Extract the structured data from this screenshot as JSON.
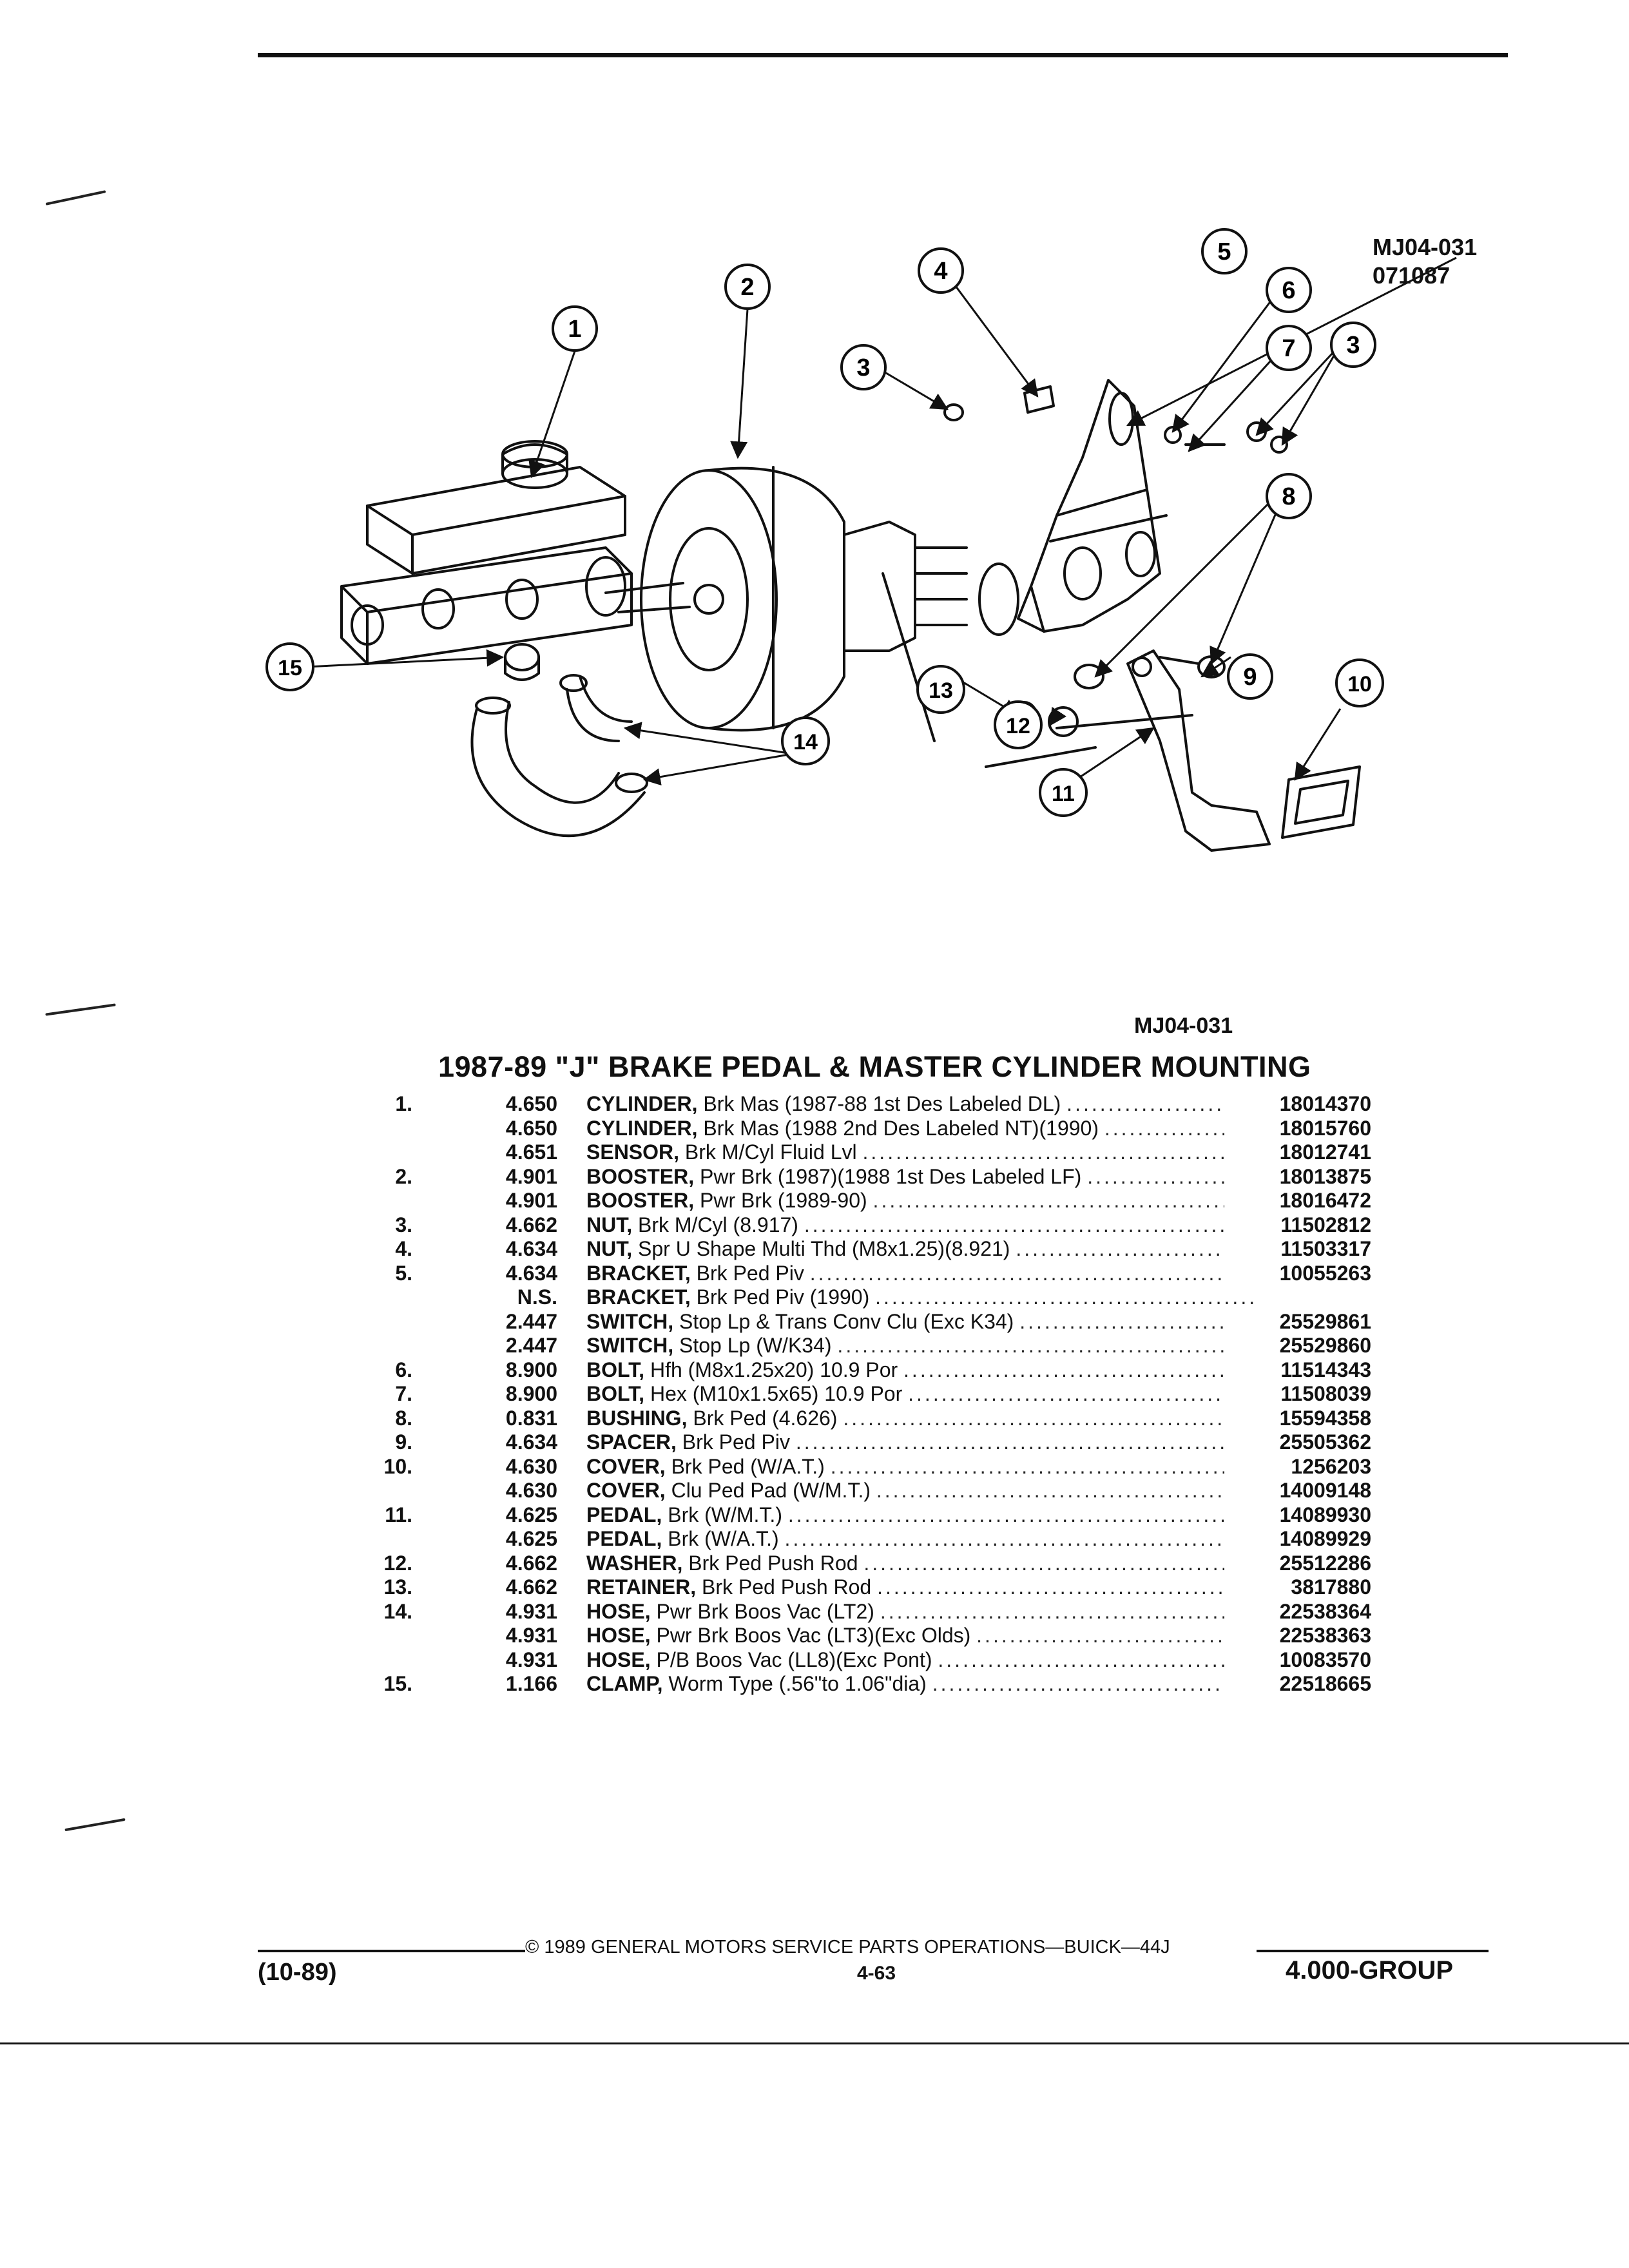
{
  "header": {
    "ref_code": "MJ04-031",
    "ref_date": "071087"
  },
  "diagram": {
    "callouts": [
      "1",
      "2",
      "3",
      "4",
      "5",
      "6",
      "7",
      "3",
      "8",
      "9",
      "10",
      "11",
      "12",
      "13",
      "14",
      "15"
    ],
    "ref_code": "MJ04-031"
  },
  "title": "1987-89 \"J\" BRAKE PEDAL & MASTER CYLINDER MOUNTING",
  "parts": [
    {
      "item": "1.",
      "group": "4.650",
      "name": "CYLINDER,",
      "desc": "Brk Mas (1987-88 1st Des Labeled DL)",
      "pn": "18014370"
    },
    {
      "item": "",
      "group": "4.650",
      "name": "CYLINDER,",
      "desc": "Brk Mas (1988 2nd Des Labeled NT)(1990)",
      "pn": "18015760"
    },
    {
      "item": "",
      "group": "4.651",
      "name": "SENSOR,",
      "desc": "Brk M/Cyl Fluid Lvl",
      "pn": "18012741"
    },
    {
      "item": "2.",
      "group": "4.901",
      "name": "BOOSTER,",
      "desc": "Pwr Brk (1987)(1988 1st Des Labeled LF)",
      "pn": "18013875"
    },
    {
      "item": "",
      "group": "4.901",
      "name": "BOOSTER,",
      "desc": "Pwr Brk (1989-90)",
      "pn": "18016472"
    },
    {
      "item": "3.",
      "group": "4.662",
      "name": "NUT,",
      "desc": "Brk M/Cyl (8.917)",
      "pn": "11502812"
    },
    {
      "item": "4.",
      "group": "4.634",
      "name": "NUT,",
      "desc": "Spr U Shape Multi Thd (M8x1.25)(8.921)",
      "pn": "11503317"
    },
    {
      "item": "5.",
      "group": "4.634",
      "name": "BRACKET,",
      "desc": "Brk Ped Piv",
      "pn": "10055263"
    },
    {
      "item": "",
      "group": "N.S.",
      "name": "BRACKET,",
      "desc": "Brk Ped Piv (1990)",
      "pn": ""
    },
    {
      "item": "",
      "group": "2.447",
      "name": "SWITCH,",
      "desc": "Stop Lp & Trans Conv Clu (Exc K34)",
      "pn": "25529861"
    },
    {
      "item": "",
      "group": "2.447",
      "name": "SWITCH,",
      "desc": "Stop Lp (W/K34)",
      "pn": "25529860"
    },
    {
      "item": "6.",
      "group": "8.900",
      "name": "BOLT,",
      "desc": "Hfh (M8x1.25x20) 10.9 Por",
      "pn": "11514343"
    },
    {
      "item": "7.",
      "group": "8.900",
      "name": "BOLT,",
      "desc": "Hex (M10x1.5x65) 10.9 Por",
      "pn": "11508039"
    },
    {
      "item": "8.",
      "group": "0.831",
      "name": "BUSHING,",
      "desc": "Brk Ped (4.626)",
      "pn": "15594358"
    },
    {
      "item": "9.",
      "group": "4.634",
      "name": "SPACER,",
      "desc": "Brk Ped Piv",
      "pn": "25505362"
    },
    {
      "item": "10.",
      "group": "4.630",
      "name": "COVER,",
      "desc": "Brk Ped (W/A.T.)",
      "pn": "1256203"
    },
    {
      "item": "",
      "group": "4.630",
      "name": "COVER,",
      "desc": "Clu Ped Pad (W/M.T.)",
      "pn": "14009148"
    },
    {
      "item": "11.",
      "group": "4.625",
      "name": "PEDAL,",
      "desc": "Brk (W/M.T.)",
      "pn": "14089930"
    },
    {
      "item": "",
      "group": "4.625",
      "name": "PEDAL,",
      "desc": "Brk (W/A.T.)",
      "pn": "14089929"
    },
    {
      "item": "12.",
      "group": "4.662",
      "name": "WASHER,",
      "desc": "Brk Ped Push Rod",
      "pn": "25512286"
    },
    {
      "item": "13.",
      "group": "4.662",
      "name": "RETAINER,",
      "desc": "Brk Ped Push Rod",
      "pn": "3817880"
    },
    {
      "item": "14.",
      "group": "4.931",
      "name": "HOSE,",
      "desc": "Pwr Brk Boos Vac (LT2)",
      "pn": "22538364"
    },
    {
      "item": "",
      "group": "4.931",
      "name": "HOSE,",
      "desc": "Pwr Brk Boos Vac (LT3)(Exc Olds)",
      "pn": "22538363"
    },
    {
      "item": "",
      "group": "4.931",
      "name": "HOSE,",
      "desc": "P/B Boos Vac (LL8)(Exc Pont)",
      "pn": "10083570"
    },
    {
      "item": "15.",
      "group": "1.166",
      "name": "CLAMP,",
      "desc": "Worm Type (.56\"to 1.06\"dia)",
      "pn": "22518665"
    }
  ],
  "footer": {
    "copyright": "© 1989 GENERAL MOTORS SERVICE PARTS OPERATIONS—BUICK—44J",
    "date_code": "(10-89)",
    "page": "4-63",
    "group": "4.000-GROUP"
  }
}
